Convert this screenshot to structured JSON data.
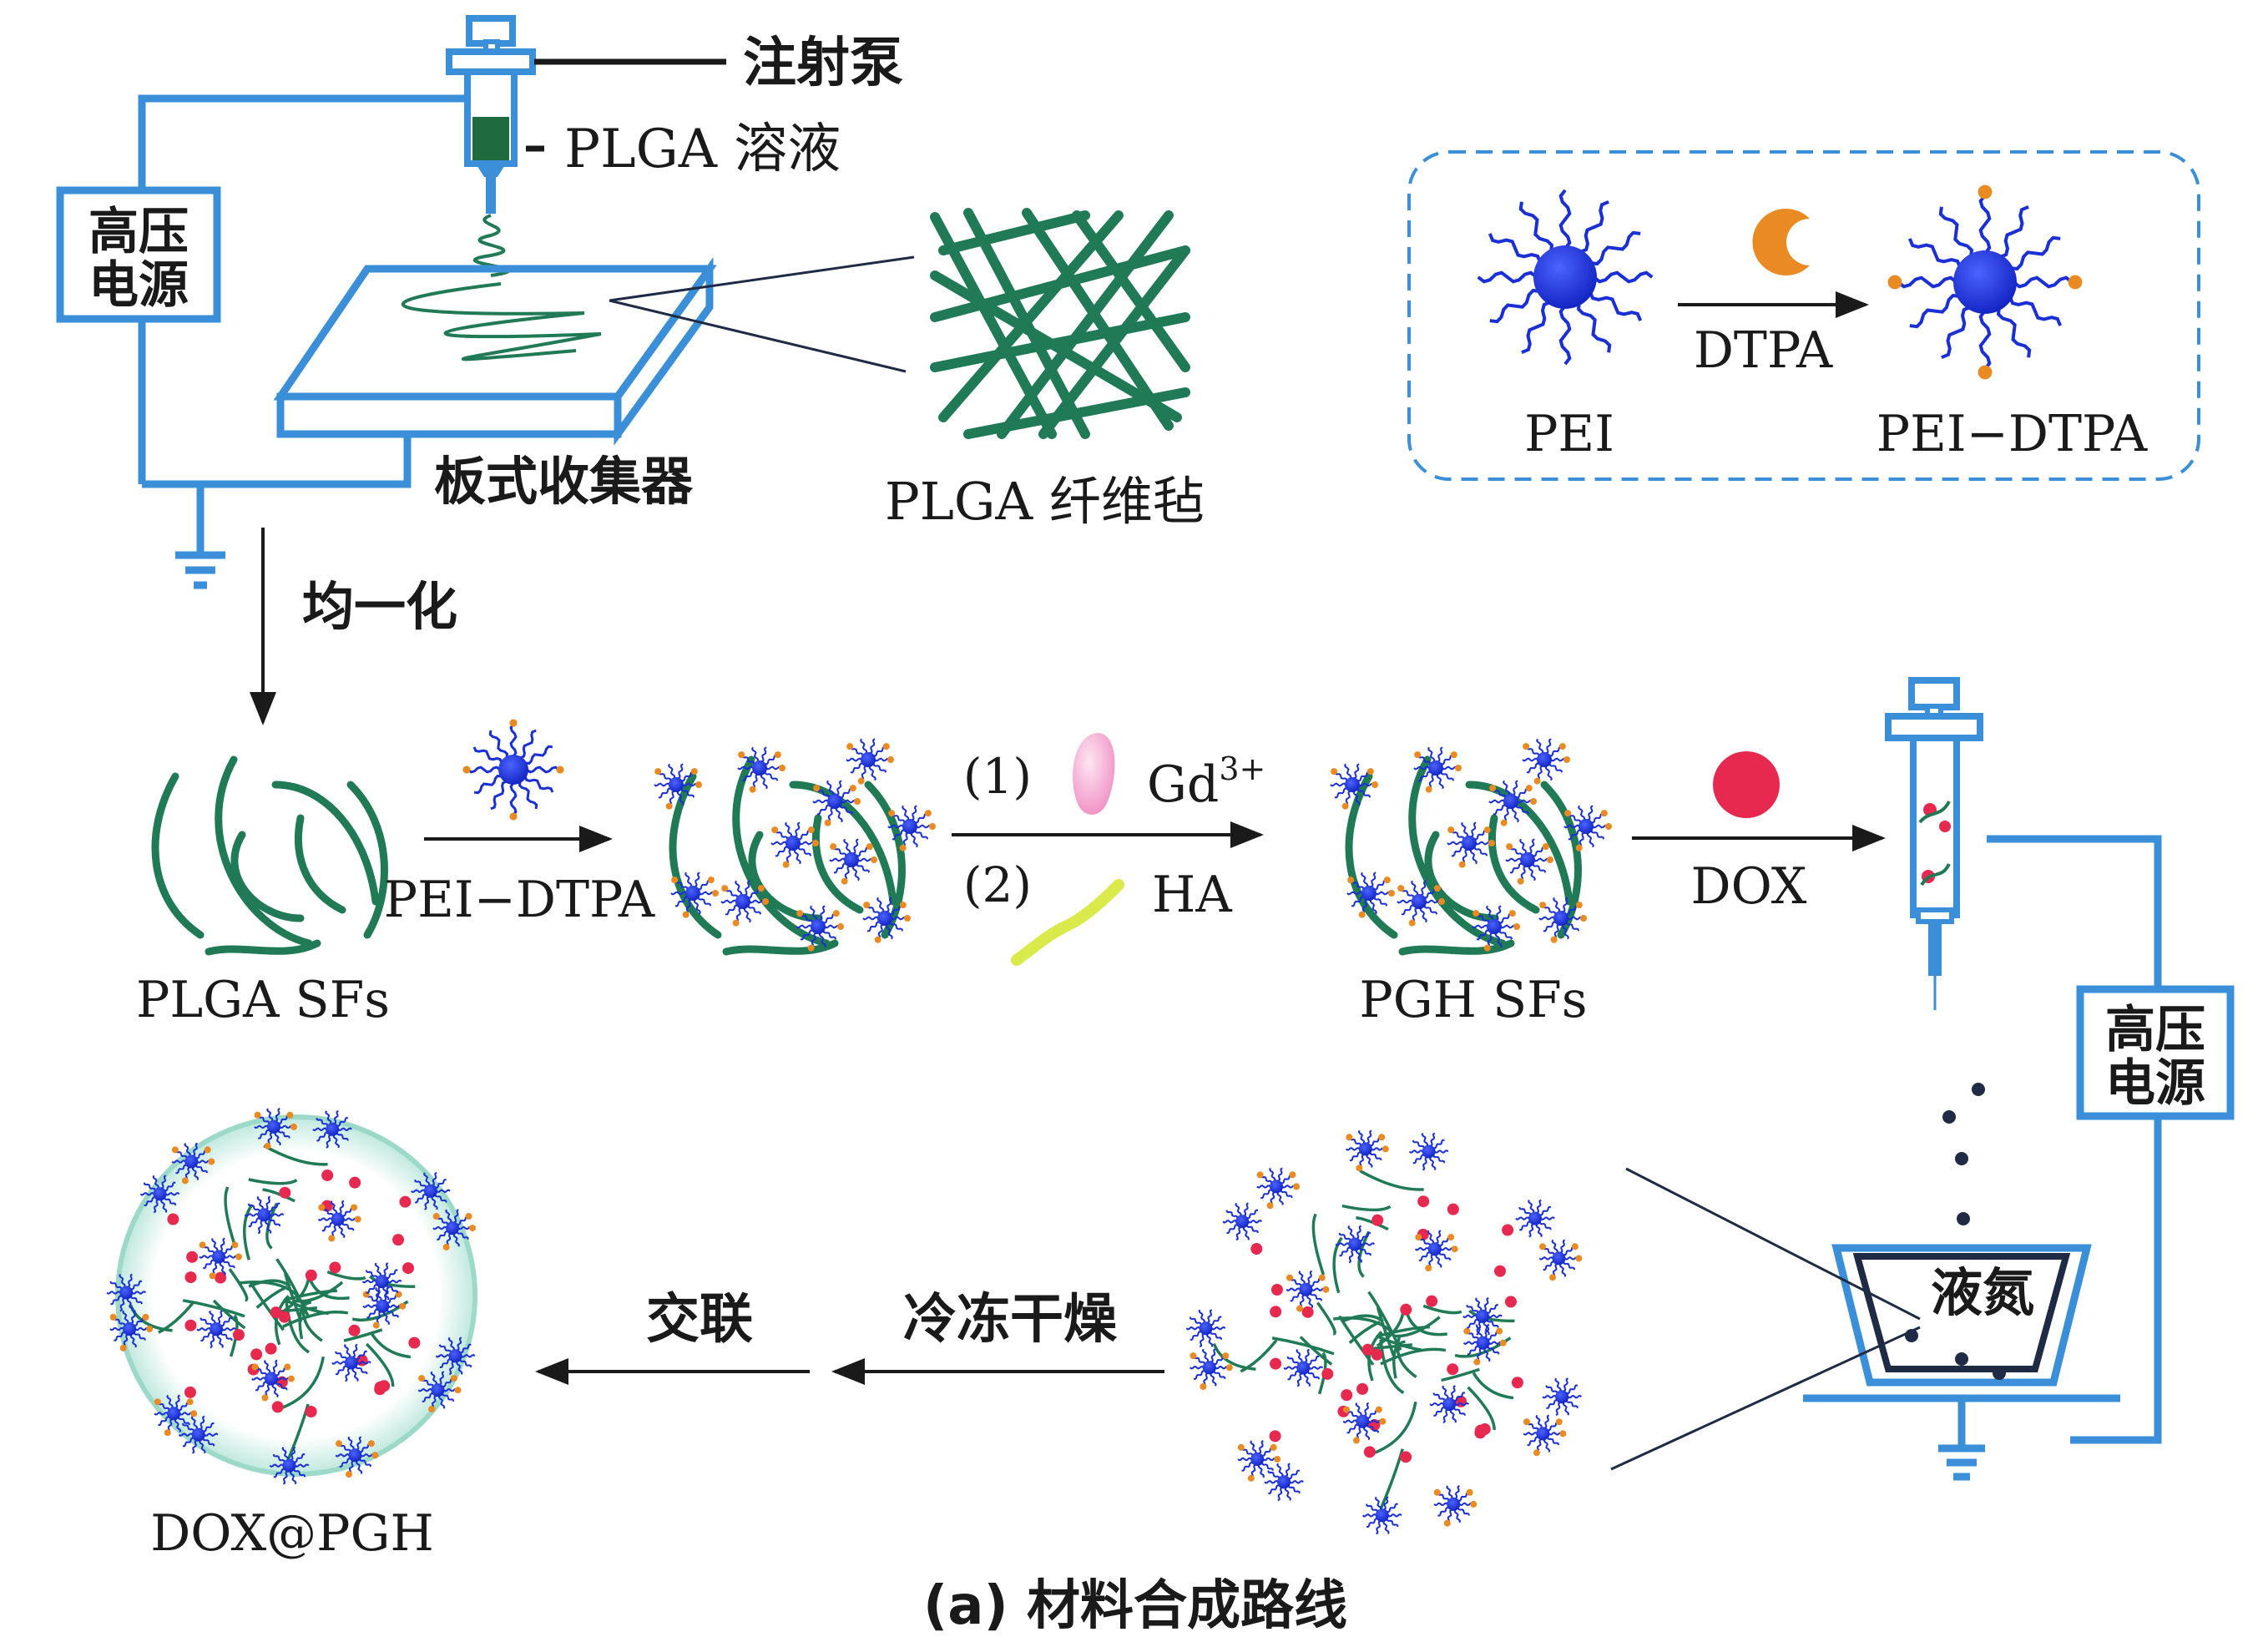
{
  "labels": {
    "syringe_pump": "注射泵",
    "plga_solution": "PLGA 溶液",
    "high_voltage_1": [
      "高压",
      "电源"
    ],
    "plate_collector": "板式收集器",
    "plga_fiber_mat": "PLGA 纤维毡",
    "homogenize": "均一化",
    "pei": "PEI",
    "dtpa": "DTPA",
    "pei_dtpa_top": "PEI−DTPA",
    "plga_sfs": "PLGA SFs",
    "pei_dtpa_arrow": "PEI−DTPA",
    "step1": "(1)",
    "step2": "(2)",
    "gd": "Gd",
    "gd_sup": "3+",
    "ha": "HA",
    "pgh_sfs": "PGH SFs",
    "dox_arrow": "DOX",
    "high_voltage_2": [
      "高压",
      "电源"
    ],
    "liquid_nitrogen": "液氮",
    "freeze_dry": "冷冻干燥",
    "crosslink": "交联",
    "dox_pgh": "DOX@PGH",
    "caption": "(a) 材料合成路线"
  },
  "colors": {
    "wire": "#3a8fd8",
    "fiber": "#1f7a55",
    "pei_core": "#1a2fd6",
    "dox": "#e8294f",
    "dtpa": "#e98a23",
    "gd": "#f7b6d8",
    "ha": "#d9ea4a",
    "solution": "#1f6b3f"
  },
  "icons": [
    "syringe-icon",
    "ground-icon",
    "fiber-mat-icon",
    "pei-molecule-icon",
    "dtpa-icon",
    "gd-ion-icon",
    "ha-chain-icon",
    "dox-dot-icon",
    "liquid-nitrogen-bath-icon",
    "sphere-icon"
  ]
}
